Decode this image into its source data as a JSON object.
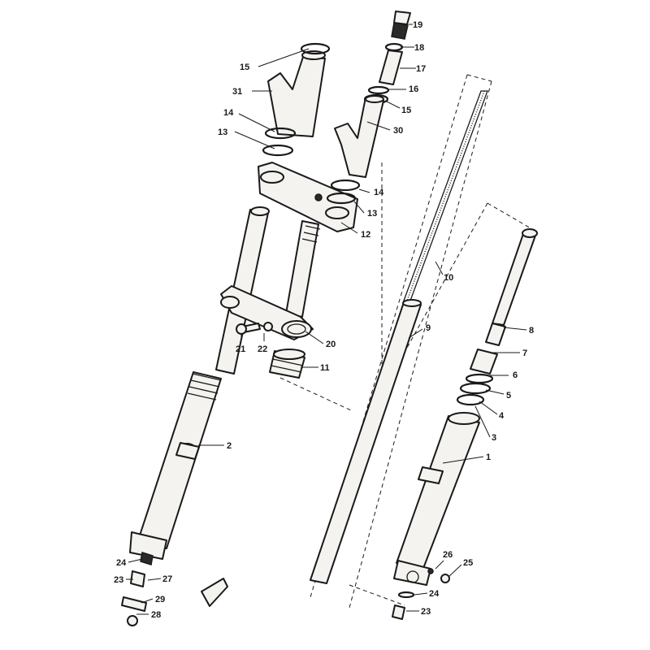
{
  "labels": {
    "l1": "1",
    "l2": "2",
    "l3": "3",
    "l4": "4",
    "l5": "5",
    "l6": "6",
    "l7": "7",
    "l8": "8",
    "l9": "9",
    "l10": "10",
    "l11": "11",
    "l12": "12",
    "l13a": "13",
    "l13b": "13",
    "l14a": "14",
    "l14b": "14",
    "l15a": "15",
    "l15b": "15",
    "l16": "16",
    "l17": "17",
    "l18": "18",
    "l19": "19",
    "l20": "20",
    "l21": "21",
    "l22": "22",
    "l23a": "23",
    "l23b": "23",
    "l24a": "24",
    "l24b": "24",
    "l25": "25",
    "l26": "26",
    "l27": "27",
    "l28": "28",
    "l29": "29",
    "l30": "30",
    "l31": "31"
  }
}
